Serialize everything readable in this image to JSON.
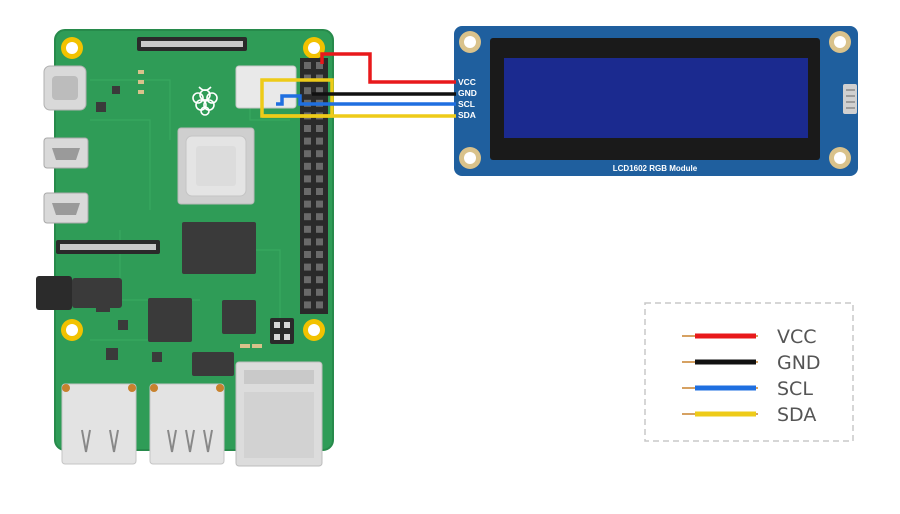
{
  "lcd": {
    "module_label": "LCD1602 RGB Module",
    "pins": [
      "VCC",
      "GND",
      "SCL",
      "SDA"
    ]
  },
  "legend": {
    "items": [
      {
        "label": "VCC",
        "color": "#e8191b"
      },
      {
        "label": "GND",
        "color": "#111111"
      },
      {
        "label": "SCL",
        "color": "#1f6fe0"
      },
      {
        "label": "SDA",
        "color": "#eecb18"
      }
    ]
  },
  "colors": {
    "board": "#2f9c57",
    "lcd_pcb": "#1f5f9e",
    "lcd_screen": "#1b2a8f",
    "gold": "#f2c200"
  }
}
